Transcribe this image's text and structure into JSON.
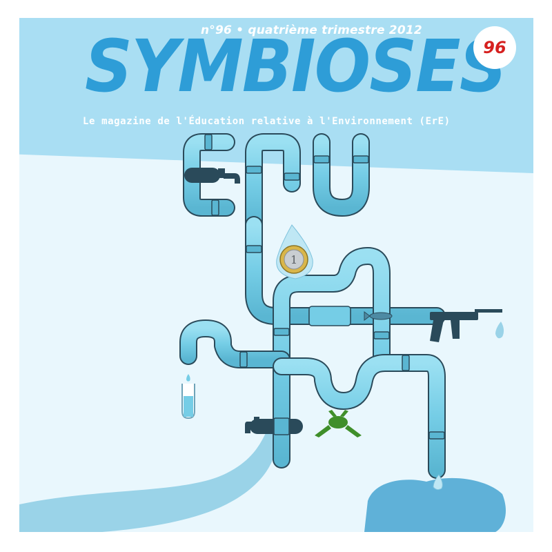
{
  "cover": {
    "issue_line": "n°96 • quatrième trimestre 2012",
    "title": "SYMBIOSES",
    "subtitle": "Le magazine de l'Éducation relative à l'Environnement (ErE)",
    "badge_number": "96",
    "coin_label": "1"
  },
  "colors": {
    "header_band": "#a9def3",
    "title_blue": "#2e9dd7",
    "pipe": "#75cde6",
    "pipe_outline": "#2a4a5a",
    "water": "#9ad3e8",
    "badge_red": "#d6201f",
    "frog": "#3f8f2a"
  },
  "icons": [
    "faucet-icon",
    "euro-coin-icon",
    "fish-icon",
    "rifle-icon",
    "test-tube-icon",
    "frog-icon",
    "water-drop-icon"
  ]
}
